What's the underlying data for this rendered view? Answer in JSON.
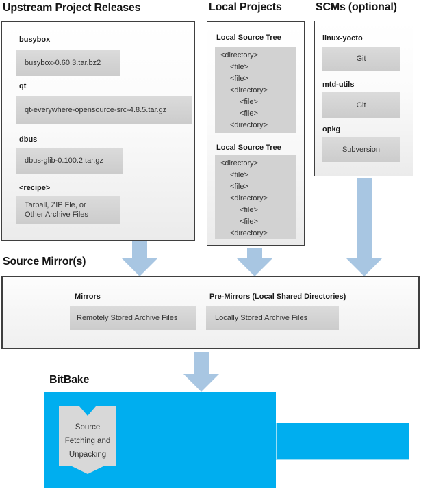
{
  "colors": {
    "cyan": "#00aeef",
    "arrow": "#a8c6e2",
    "ribbon": "#d8d8d8",
    "panel-border": "#3f3f3f",
    "filebox-gray": "#d2d2d2"
  },
  "upstream": {
    "title": "Upstream Project Releases",
    "items": [
      {
        "label": "busybox",
        "value": "busybox-0.60.3.tar.bz2"
      },
      {
        "label": "qt",
        "value": "qt-everywhere-opensource-src-4.8.5.tar.gz"
      },
      {
        "label": "dbus",
        "value": "dbus-glib-0.100.2.tar.gz"
      },
      {
        "label": "<recipe>",
        "lines": [
          "Tarball, ZIP Fle, or",
          "Other Archive Files"
        ]
      }
    ]
  },
  "local_projects": {
    "title": "Local Projects",
    "trees": [
      {
        "label": "Local Source Tree",
        "lines": [
          {
            "text": "<directory>",
            "indent": 0
          },
          {
            "text": "<file>",
            "indent": 1
          },
          {
            "text": "<file>",
            "indent": 1
          },
          {
            "text": "<directory>",
            "indent": 1
          },
          {
            "text": "<file>",
            "indent": 2
          },
          {
            "text": "<file>",
            "indent": 2
          },
          {
            "text": "<directory>",
            "indent": 1
          }
        ]
      },
      {
        "label": "Local Source Tree",
        "lines": [
          {
            "text": "<directory>",
            "indent": 0
          },
          {
            "text": "<file>",
            "indent": 1
          },
          {
            "text": "<file>",
            "indent": 1
          },
          {
            "text": "<directory>",
            "indent": 1
          },
          {
            "text": "<file>",
            "indent": 2
          },
          {
            "text": "<file>",
            "indent": 2
          },
          {
            "text": "<directory>",
            "indent": 1
          }
        ]
      }
    ]
  },
  "scms": {
    "title": "SCMs (optional)",
    "items": [
      {
        "label": "linux-yocto",
        "value": "Git"
      },
      {
        "label": "mtd-utils",
        "value": "Git"
      },
      {
        "label": "opkg",
        "value": "Subversion"
      }
    ]
  },
  "source_mirrors": {
    "title": "Source Mirror(s)",
    "mirrors_label": "Mirrors",
    "mirrors_value": "Remotely Stored Archive Files",
    "premirrors_label": "Pre-Mirrors (Local Shared Directories)",
    "premirrors_value": "Locally Stored Archive Files"
  },
  "bitbake": {
    "title": "BitBake",
    "ribbon_lines": [
      "Source",
      "Fetching and",
      "Unpacking"
    ]
  }
}
